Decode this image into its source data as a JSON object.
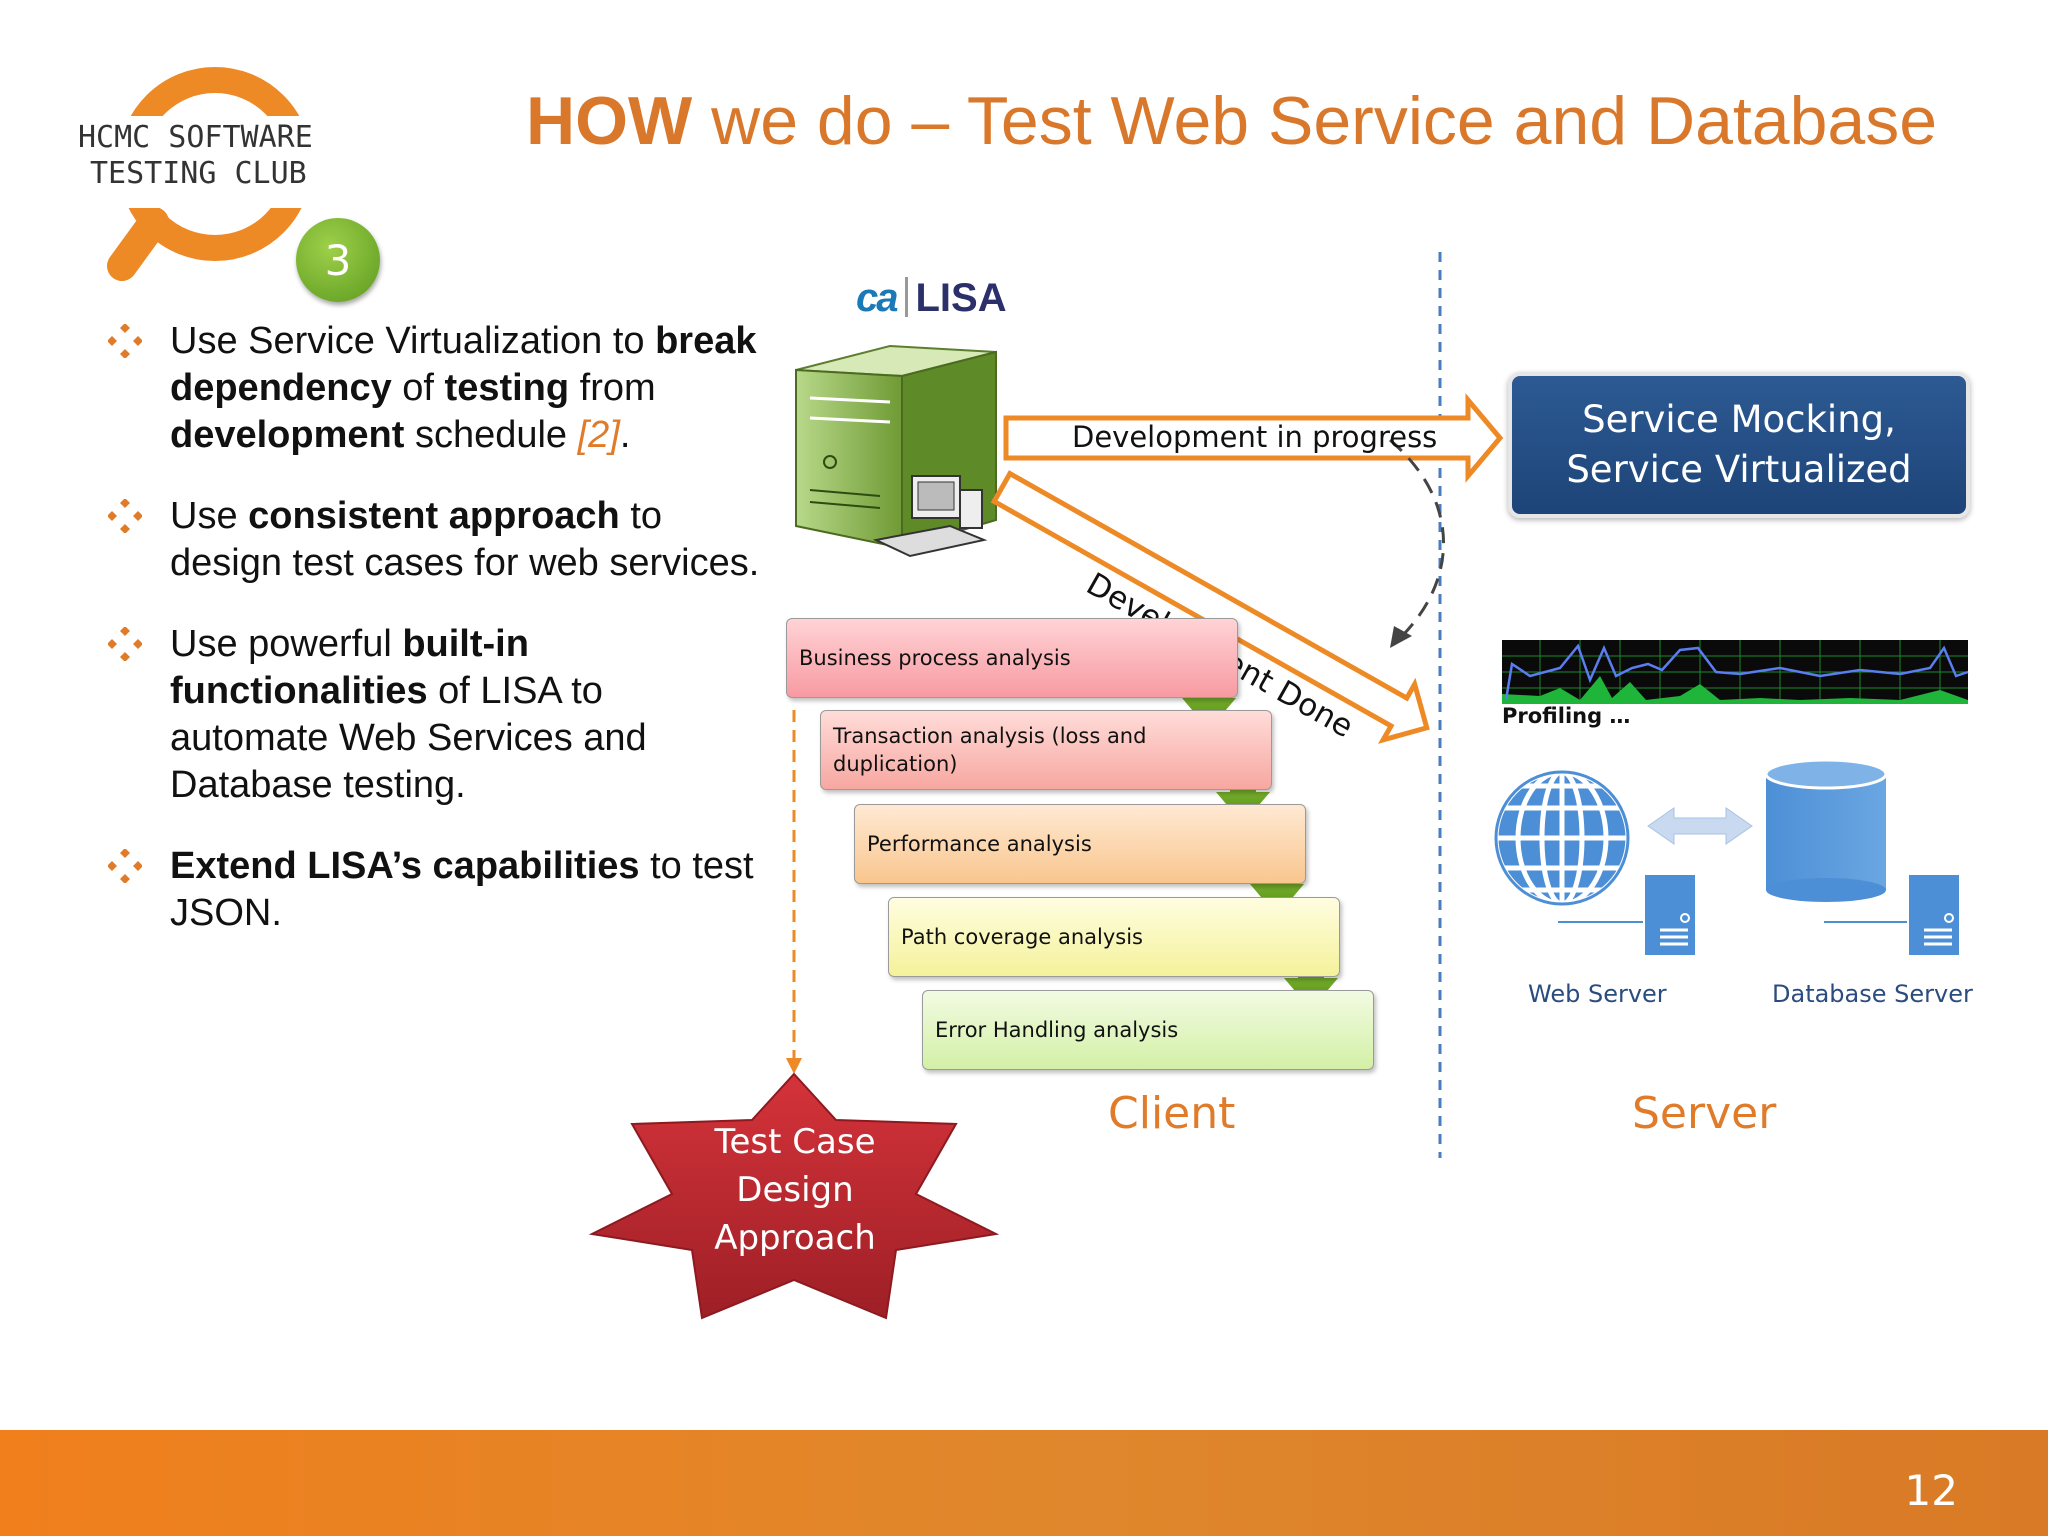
{
  "logo": {
    "line1": "HCMC SOFTWARE",
    "line2": "TESTING CLUB",
    "badge": "3"
  },
  "title": {
    "bold": "HOW",
    "rest": " we do – Test Web Service and Database"
  },
  "bullets": [
    {
      "parts": [
        {
          "t": "Use Service Virtualization to "
        },
        {
          "t": "break dependency",
          "b": true
        },
        {
          "t": " of "
        },
        {
          "t": "testing",
          "b": true
        },
        {
          "t": " from "
        },
        {
          "t": "development",
          "b": true
        },
        {
          "t": " schedule "
        },
        {
          "t": "[2]",
          "ref": true
        },
        {
          "t": "."
        }
      ]
    },
    {
      "parts": [
        {
          "t": "Use "
        },
        {
          "t": "consistent approach",
          "b": true
        },
        {
          "t": " to design test cases for web services."
        }
      ]
    },
    {
      "parts": [
        {
          "t": "Use powerful "
        },
        {
          "t": "built-in functionalities",
          "b": true
        },
        {
          "t": " of LISA to automate Web Services and Database testing."
        }
      ]
    },
    {
      "parts": [
        {
          "t": "Extend LISA’s capabilities",
          "b": true
        },
        {
          "t": " to test JSON."
        }
      ]
    }
  ],
  "lisa_logo": {
    "ca": "ca",
    "name": "LISA"
  },
  "arrows": {
    "progress": "Development in progress",
    "done": "Development Done"
  },
  "service_box": {
    "line1": "Service Mocking,",
    "line2": "Service Virtualized"
  },
  "profiling": "Profiling …",
  "steps": [
    "Business process analysis",
    "Transaction analysis (loss and duplication)",
    "Performance analysis",
    "Path coverage analysis",
    "Error Handling analysis"
  ],
  "star": {
    "line1": "Test Case",
    "line2": "Design",
    "line3": "Approach"
  },
  "servers": {
    "web": "Web Server",
    "db": "Database Server"
  },
  "sections": {
    "client": "Client",
    "server": "Server"
  },
  "page_number": "12",
  "colors": {
    "accent": "#D9772A",
    "service_box": "#1d4478",
    "star": "#b8262e",
    "footer": "#f07f1c"
  }
}
